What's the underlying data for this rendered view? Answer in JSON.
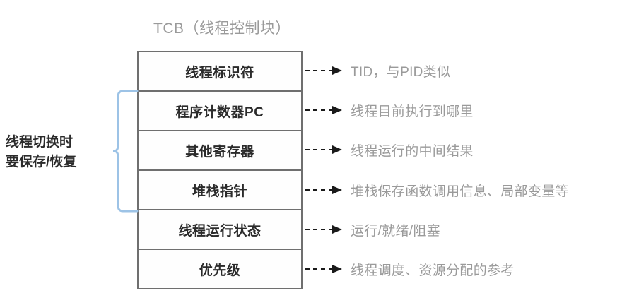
{
  "diagram": {
    "title": "TCB（线程控制块）",
    "colors": {
      "table_border": "#6f6f6f",
      "row_text": "#2b2b2b",
      "annotation_text": "#9a9a9a",
      "title_text": "#9a9a9a",
      "brace": "#9dc3e6",
      "arrow": "#1a1a1a",
      "background": "#ffffff"
    },
    "rows": [
      {
        "label": "线程标识符",
        "annotation": "TID，与PID类似"
      },
      {
        "label": "程序计数器PC",
        "annotation": "线程目前执行到哪里"
      },
      {
        "label": "其他寄存器",
        "annotation": "线程运行的中间结果"
      },
      {
        "label": "堆栈指针",
        "annotation": "堆栈保存函数调用信息、局部变量等"
      },
      {
        "label": "线程运行状态",
        "annotation": "运行/就绪/阻塞"
      },
      {
        "label": "优先级",
        "annotation": "线程调度、资源分配的参考"
      }
    ],
    "left_note": {
      "line1": "线程切换时",
      "line2": "要保存/恢复",
      "spans_rows": "程序计数器PC 至 堆栈指针"
    }
  }
}
